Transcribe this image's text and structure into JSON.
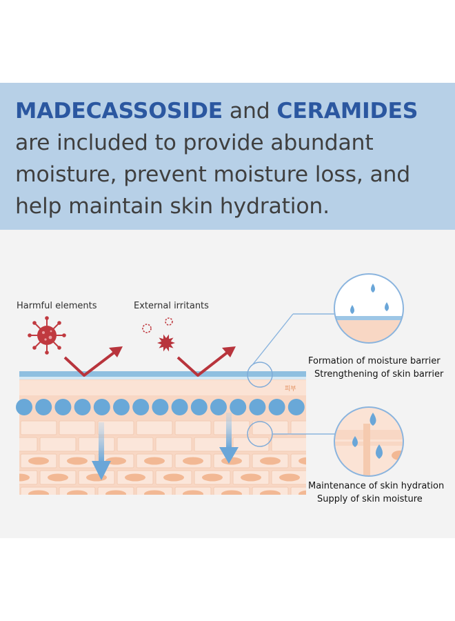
{
  "banner": {
    "highlight_1": "MADECASSOSIDE",
    "text_1": " and ",
    "highlight_2": "CERAMIDES",
    "text_2": " are included to provide abundant moisture, prevent moisture loss, and help maintain skin hydration."
  },
  "diagram": {
    "labels": {
      "harmful_elements": "Harmful elements",
      "external_irritants": "External irritants",
      "skin_korean": "피부",
      "barrier_line_1": "Formation of moisture barrier",
      "barrier_line_2": "Strengthening of skin barrier",
      "hydration_line_1": "Maintenance of skin hydration",
      "hydration_line_2": "Supply of skin moisture"
    },
    "icons": [
      "virus-icon",
      "irritant-icon",
      "deflect-arrow-icon",
      "water-drop-icon",
      "down-arrow-icon"
    ],
    "colors": {
      "banner_bg": "#b7d0e7",
      "highlight": "#2b57a0",
      "panel_bg": "#f3f3f3",
      "barrier": "#8fbfe0",
      "skin": "#f8d7c4",
      "cell_dots": "#69a8d8",
      "irritant": "#b8343c",
      "nucleus": "#f2b894",
      "circle_outline": "#8ab4de"
    }
  }
}
